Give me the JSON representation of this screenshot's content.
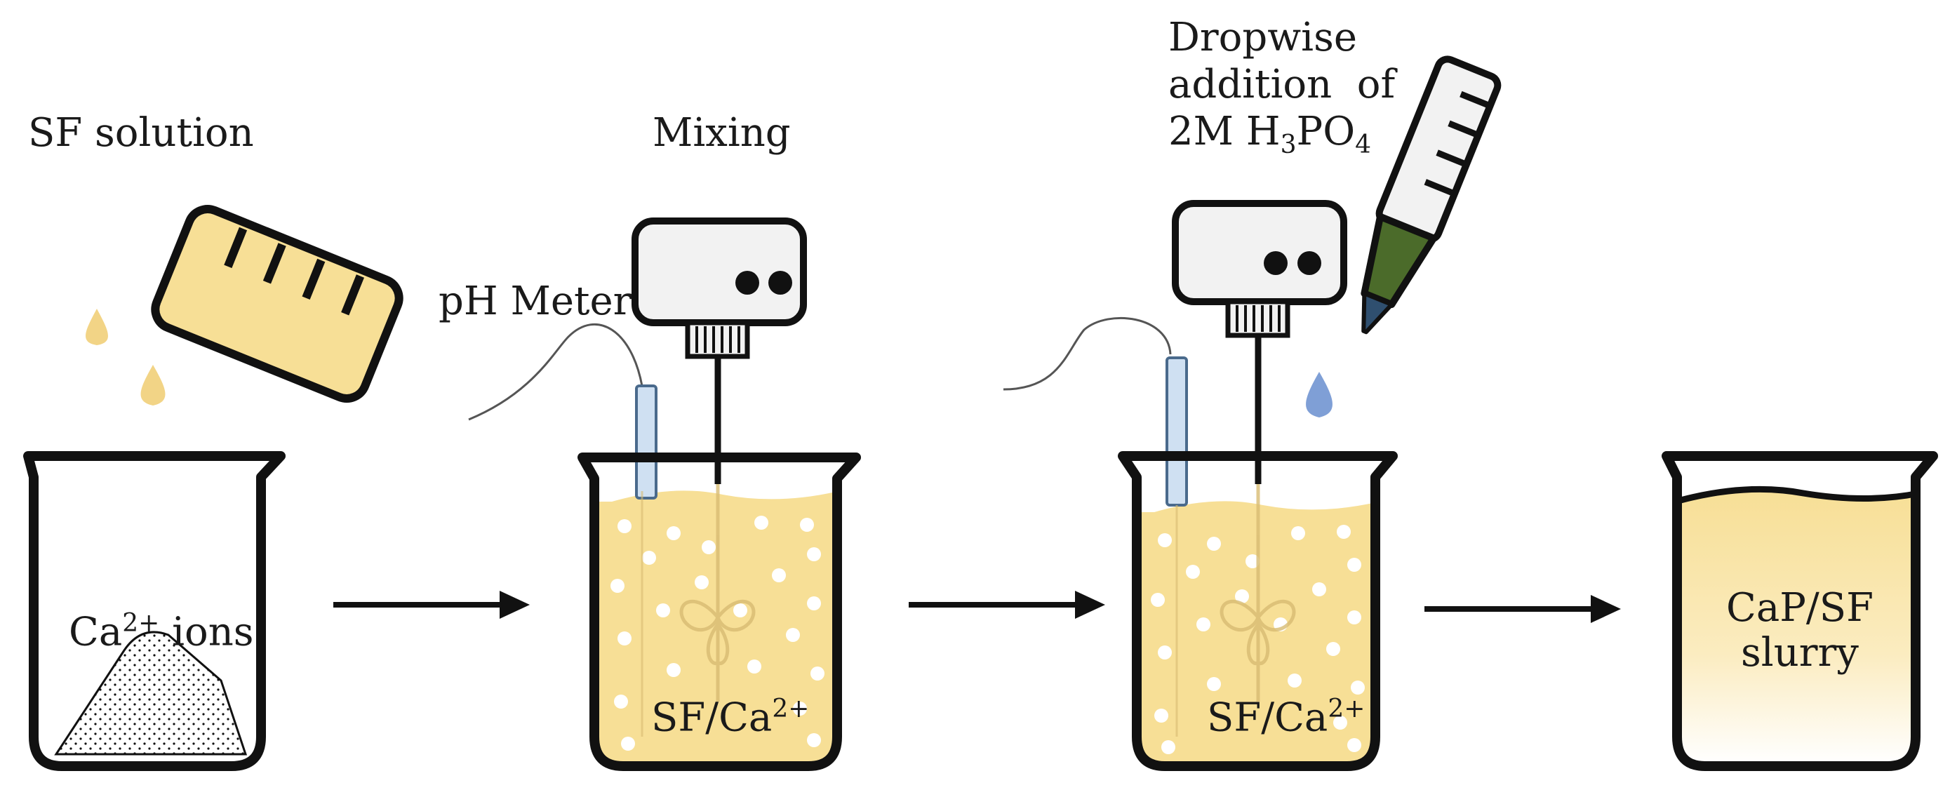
{
  "steps": [
    {
      "title": "SF solution",
      "content_prefix": "Ca",
      "content_sup": "2+",
      "content_suffix": " ions"
    },
    {
      "title": "Mixing",
      "probe_label": "pH Meter",
      "content_prefix": "SF/Ca",
      "content_sup": "2+"
    },
    {
      "title_line1": "Dropwise",
      "title_line2": "addition  of",
      "title_line3_prefix": "2M H",
      "title_sub1": "3",
      "title_mid": "PO",
      "title_sub2": "4",
      "content_prefix": "SF/Ca",
      "content_sup": "2+"
    },
    {
      "content_line1": "CaP/SF",
      "content_line2": "slurry"
    }
  ],
  "colors": {
    "liquid": "#f7df96",
    "powder": "#ffffff",
    "ink": "#111111",
    "probe": "#cfe0f2",
    "probe_stroke": "#4a6a8c",
    "drop_blue": "#7f9fd6",
    "drop_yellow": "#f2d486",
    "pipette_green": "#4b6b2a",
    "device": "#f2f2f2"
  },
  "icons": [
    "beaker-icon",
    "graduated-cylinder-icon",
    "stirrer-device-icon",
    "ph-probe-icon",
    "pipette-icon",
    "droplet-icon",
    "arrow-right-icon"
  ]
}
